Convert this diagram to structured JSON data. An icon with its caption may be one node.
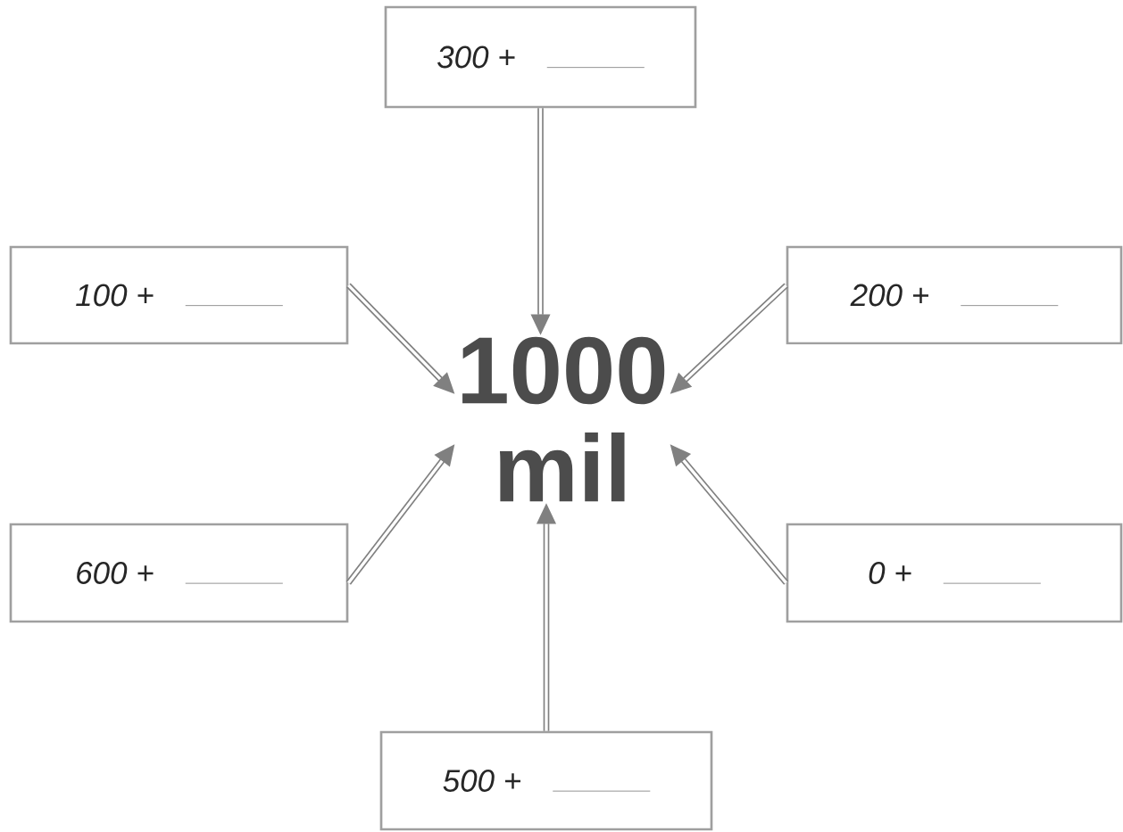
{
  "diagram": {
    "nodes": [
      {
        "text": [
          "1000",
          "mil"
        ]
      },
      {
        "text": [
          "300 +"
        ]
      },
      {
        "text": [
          "100 +"
        ]
      },
      {
        "text": [
          "200 +"
        ]
      },
      {
        "text": [
          "600 +"
        ]
      },
      {
        "text": [
          "0 +"
        ]
      },
      {
        "text": [
          "500 +"
        ]
      }
    ],
    "edges": [
      {
        "from": 1,
        "to": 0,
        "arrow": "to"
      },
      {
        "from": 2,
        "to": 0,
        "arrow": "to"
      },
      {
        "from": 3,
        "to": 0,
        "arrow": "to"
      },
      {
        "from": 4,
        "to": 0,
        "arrow": "to"
      },
      {
        "from": 5,
        "to": 0,
        "arrow": "to"
      },
      {
        "from": 6,
        "to": 0,
        "arrow": "to"
      }
    ]
  }
}
